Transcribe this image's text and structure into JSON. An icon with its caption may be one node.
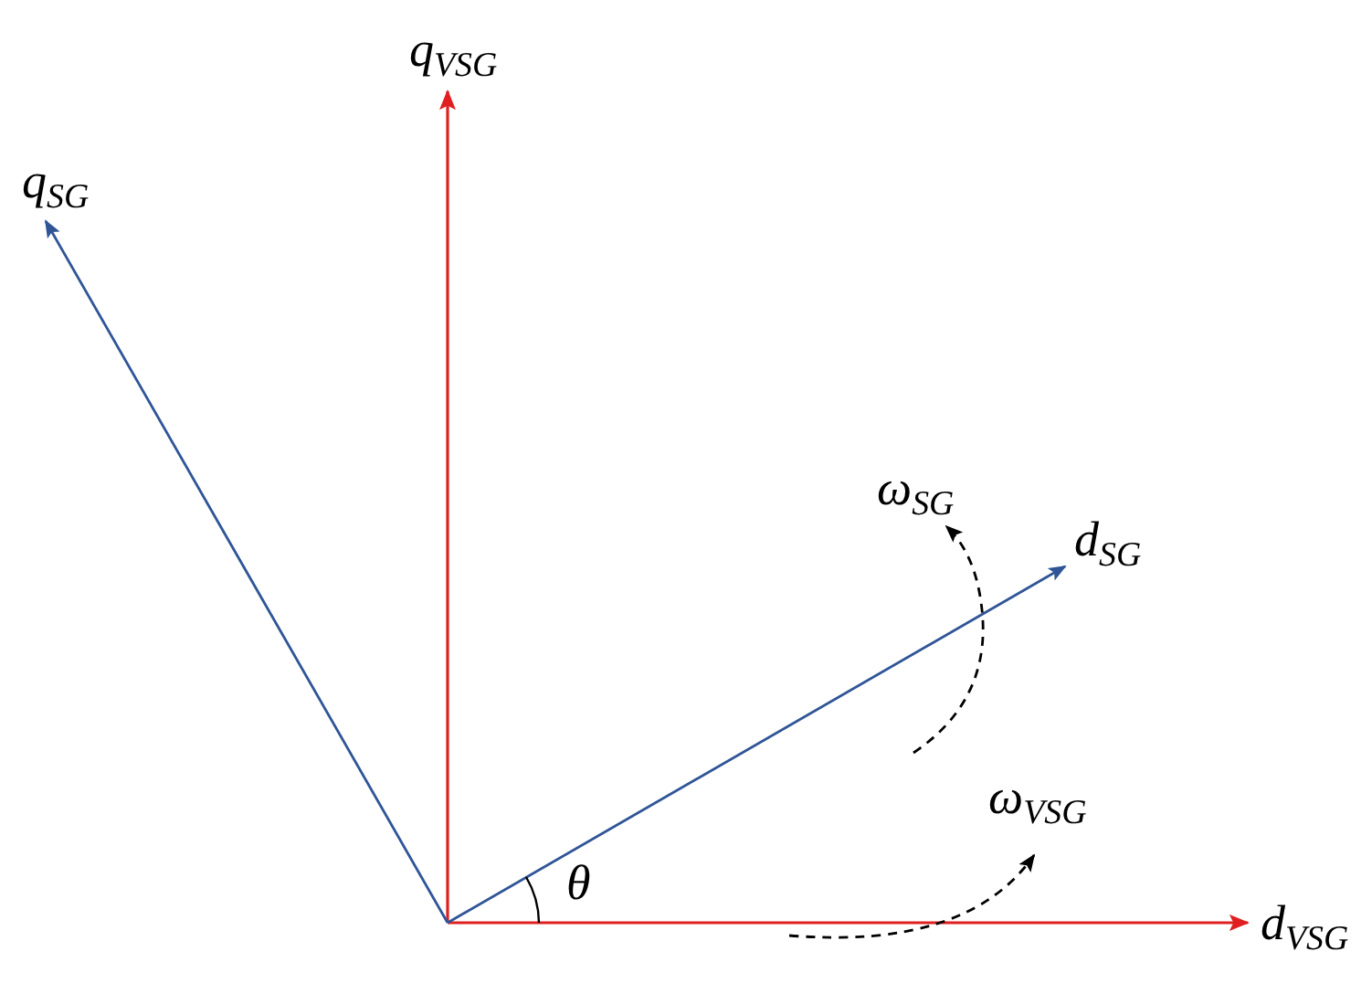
{
  "diagram": {
    "labels": [
      "q$_{VSG}$",
      "q$_{SG}$",
      "ω$_{SG}$",
      "d$_{SG}$",
      "ω$_{VSG}$",
      "θ",
      "d$_{VSG}$"
    ]
  }
}
